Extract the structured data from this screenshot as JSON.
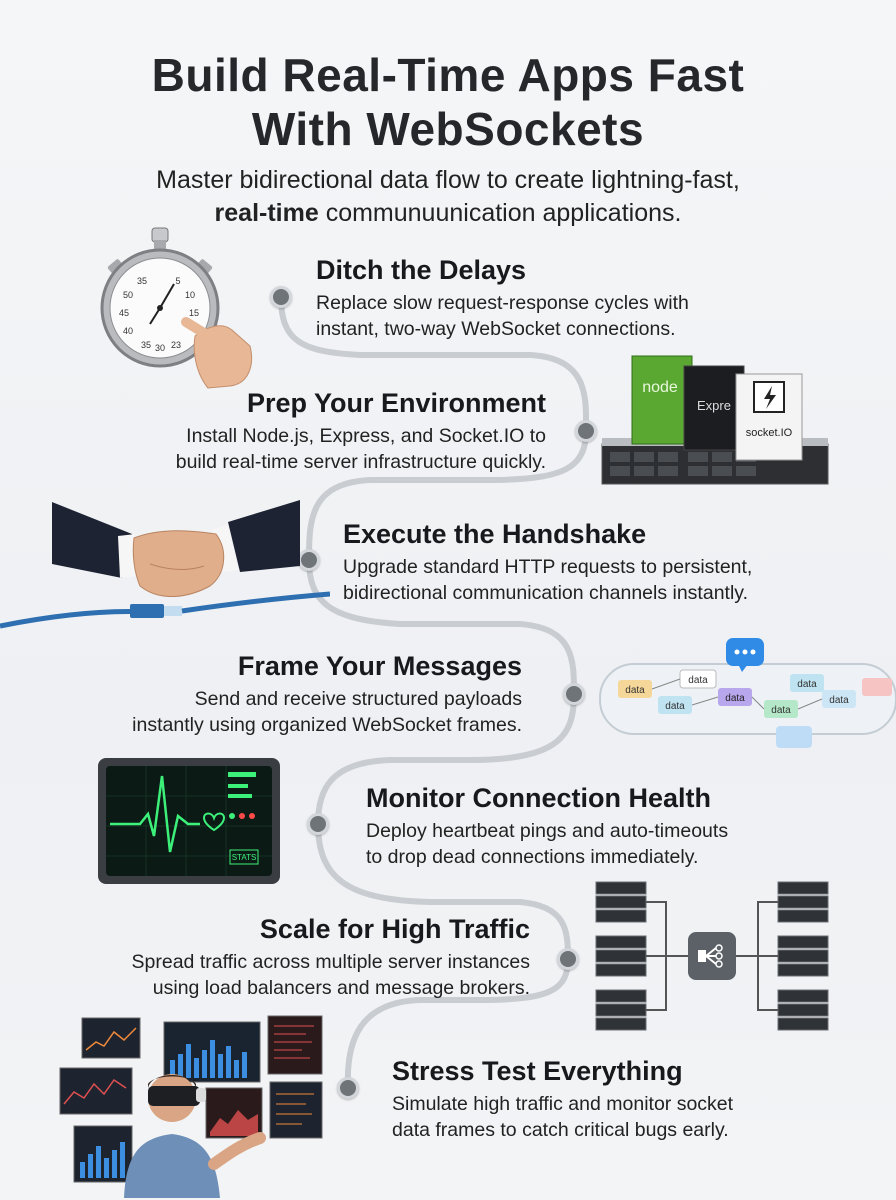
{
  "header": {
    "title_line1": "Build Real-Time Apps Fast",
    "title_line2": "With WebSockets",
    "subtitle_line1": "Master bidirectional data flow to create lightning-fast,",
    "subtitle_bold": "real-time",
    "subtitle_line2_rest": " communuunication applications."
  },
  "steps": [
    {
      "title": "Ditch the Delays",
      "line1": "Replace slow request-response cycles with",
      "line2": "instant, two-way WebSocket connections."
    },
    {
      "title": "Prep Your Environment",
      "line1": "Install Node.js, Express, and Socket.IO to",
      "line2": "build real-time server infrastructure quickly."
    },
    {
      "title": "Execute the Handshake",
      "line1": "Upgrade standard HTTP requests to persistent,",
      "line2": "bidirectional communication channels instantly."
    },
    {
      "title": "Frame Your Messages",
      "line1": "Send and receive structured payloads",
      "line2": "instantly using organized WebSocket frames."
    },
    {
      "title": "Monitor Connection Health",
      "line1": "Deploy heartbeat pings and auto-timeouts",
      "line2": "to drop dead connections immediately."
    },
    {
      "title": "Scale for High Traffic",
      "line1": "Spread traffic across multiple server instances",
      "line2": "using load balancers and message brokers."
    },
    {
      "title": "Stress Test Everything",
      "line1": "Simulate high traffic and monitor socket",
      "line2": "data frames to catch critical bugs early."
    }
  ],
  "illustrations": {
    "stopwatch_numbers": [
      "35",
      "5",
      "50",
      "10",
      "45",
      "15",
      "40",
      "35",
      "30",
      "23"
    ],
    "box_node": "node",
    "box_express": "Expre",
    "box_socket": "socket.IO",
    "frame_labels": [
      "data",
      "data",
      "data",
      "data",
      "data",
      "data",
      "data"
    ],
    "monitor_badge": "STATS"
  },
  "icons": [
    "stopwatch-icon",
    "software-boxes-icon",
    "handshake-icon",
    "message-tube-icon",
    "heartbeat-monitor-icon",
    "server-cluster-icon",
    "vr-analyst-icon"
  ],
  "colors": {
    "path": "#c9ccd1",
    "dot": "#6f7479",
    "node_green": "#5aa832",
    "ekg_green": "#3cf07a"
  }
}
